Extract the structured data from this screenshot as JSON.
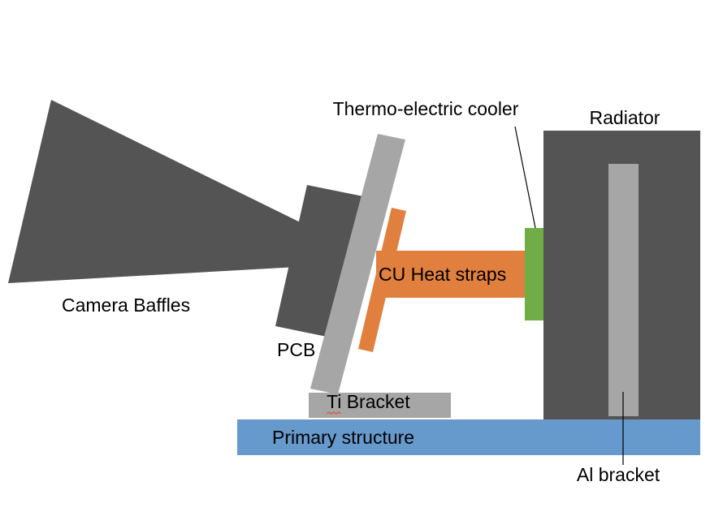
{
  "labels": {
    "camera_baffles": "Camera Baffles",
    "pcb": "PCB",
    "thermo_electric_cooler": "Thermo-electric cooler",
    "radiator": "Radiator",
    "cu_heat_straps": "CU Heat straps",
    "ti_bracket": "Ti Bracket",
    "primary_structure": "Primary structure",
    "al_bracket": "Al bracket"
  },
  "colors": {
    "dark_gray": "#545454",
    "light_gray": "#a6a6a6",
    "orange": "#e07f3e",
    "green": "#70ad47",
    "blue": "#6699cc",
    "squiggle": "#e0532d"
  }
}
